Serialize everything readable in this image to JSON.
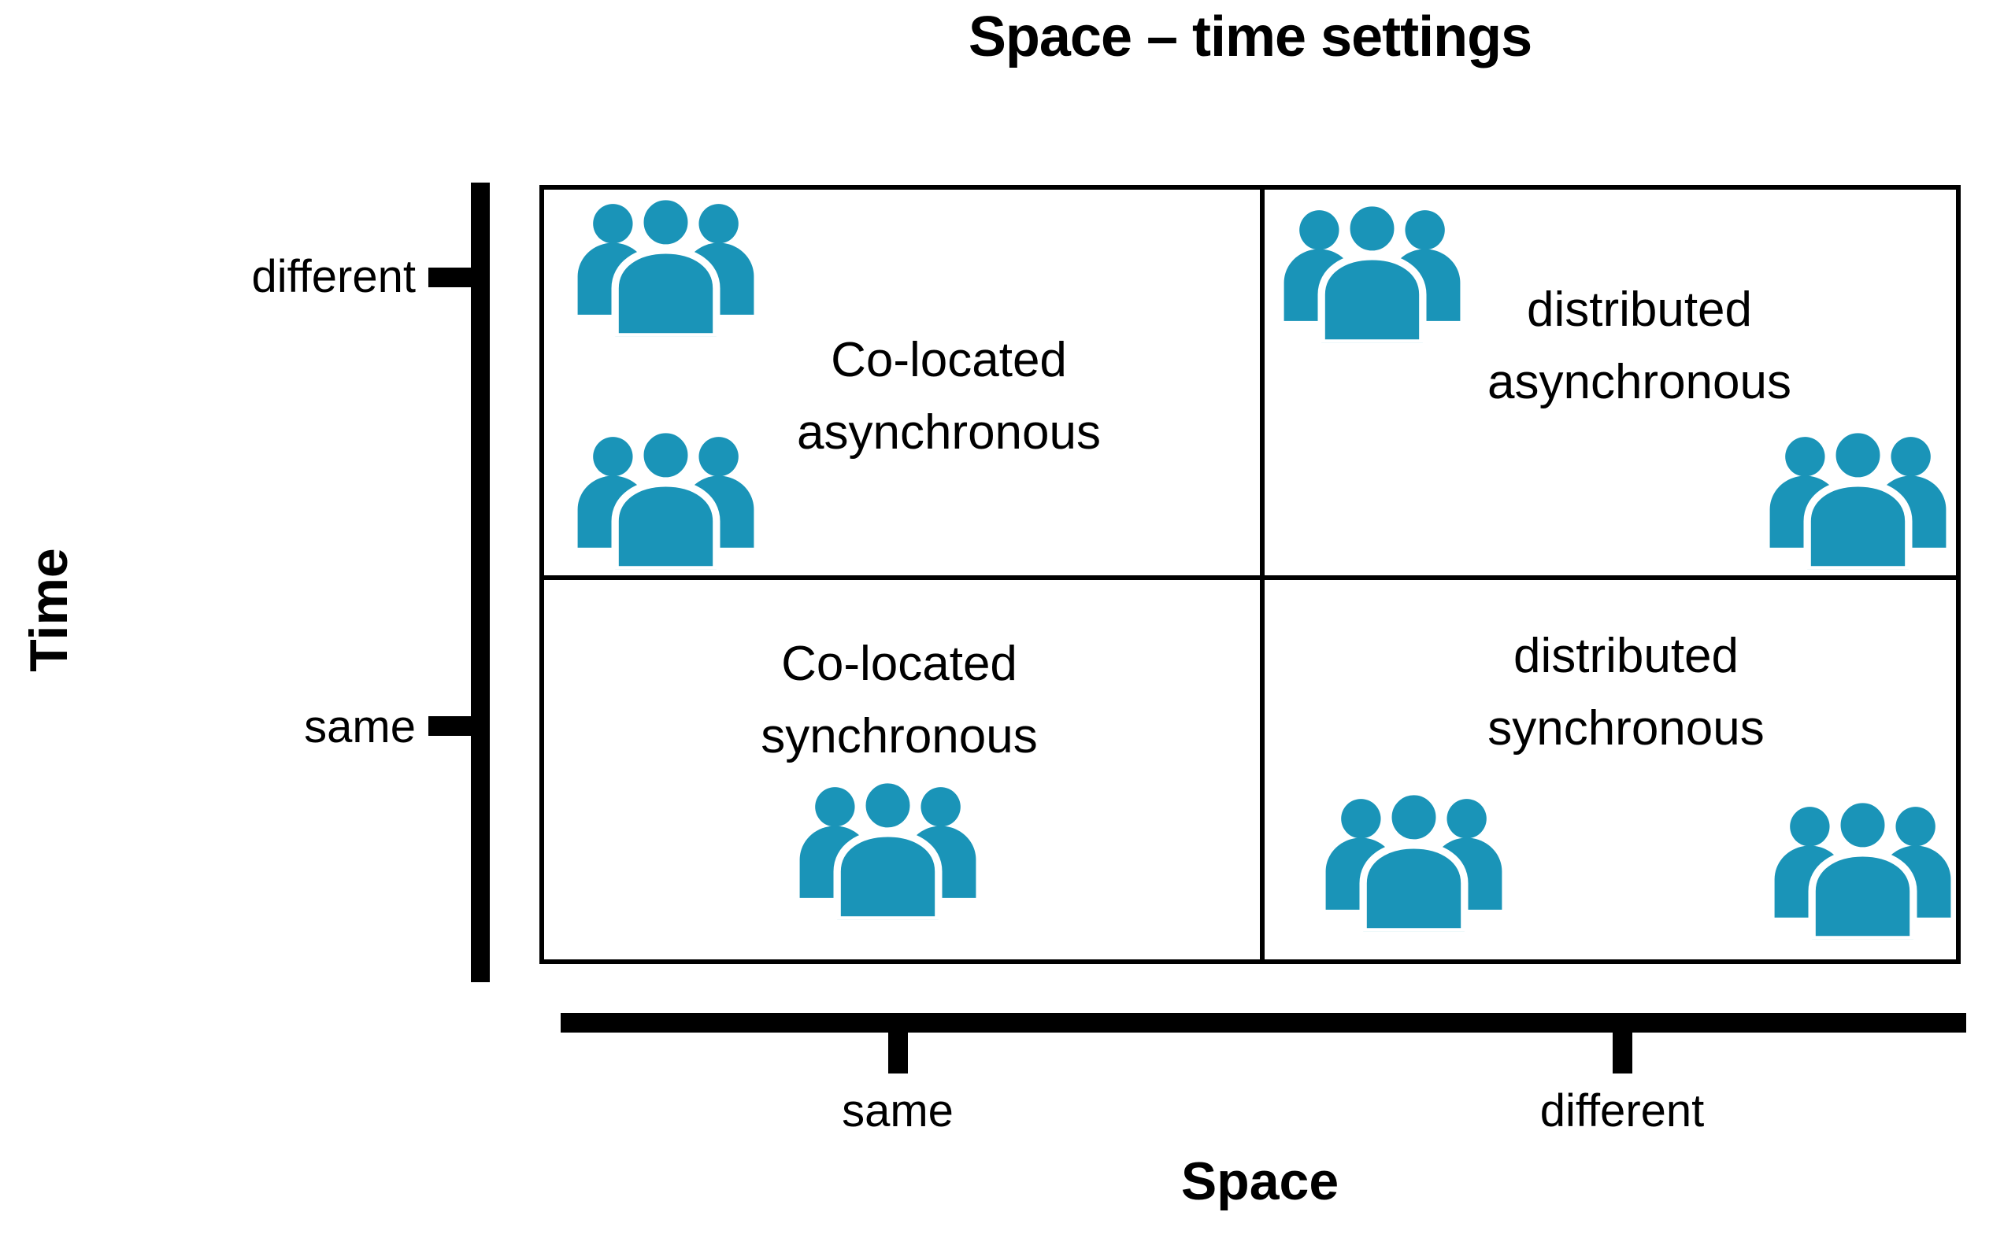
{
  "title": "Space – time settings",
  "colors": {
    "accent": "#1A94B8",
    "line": "#000000"
  },
  "axes": {
    "y": {
      "label": "Time",
      "ticks": [
        "different",
        "same"
      ]
    },
    "x": {
      "label": "Space",
      "ticks": [
        "same",
        "different"
      ]
    }
  },
  "quadrants": [
    {
      "id": "co-located-asynchronous",
      "lines": [
        "Co-located",
        "asynchronous"
      ]
    },
    {
      "id": "distributed-asynchronous",
      "lines": [
        "distributed",
        "asynchronous"
      ]
    },
    {
      "id": "co-located-synchronous",
      "lines": [
        "Co-located",
        "synchronous"
      ]
    },
    {
      "id": "distributed-synchronous",
      "lines": [
        "distributed",
        "synchronous"
      ]
    }
  ],
  "icons": {
    "users_group": "users-group-icon"
  }
}
